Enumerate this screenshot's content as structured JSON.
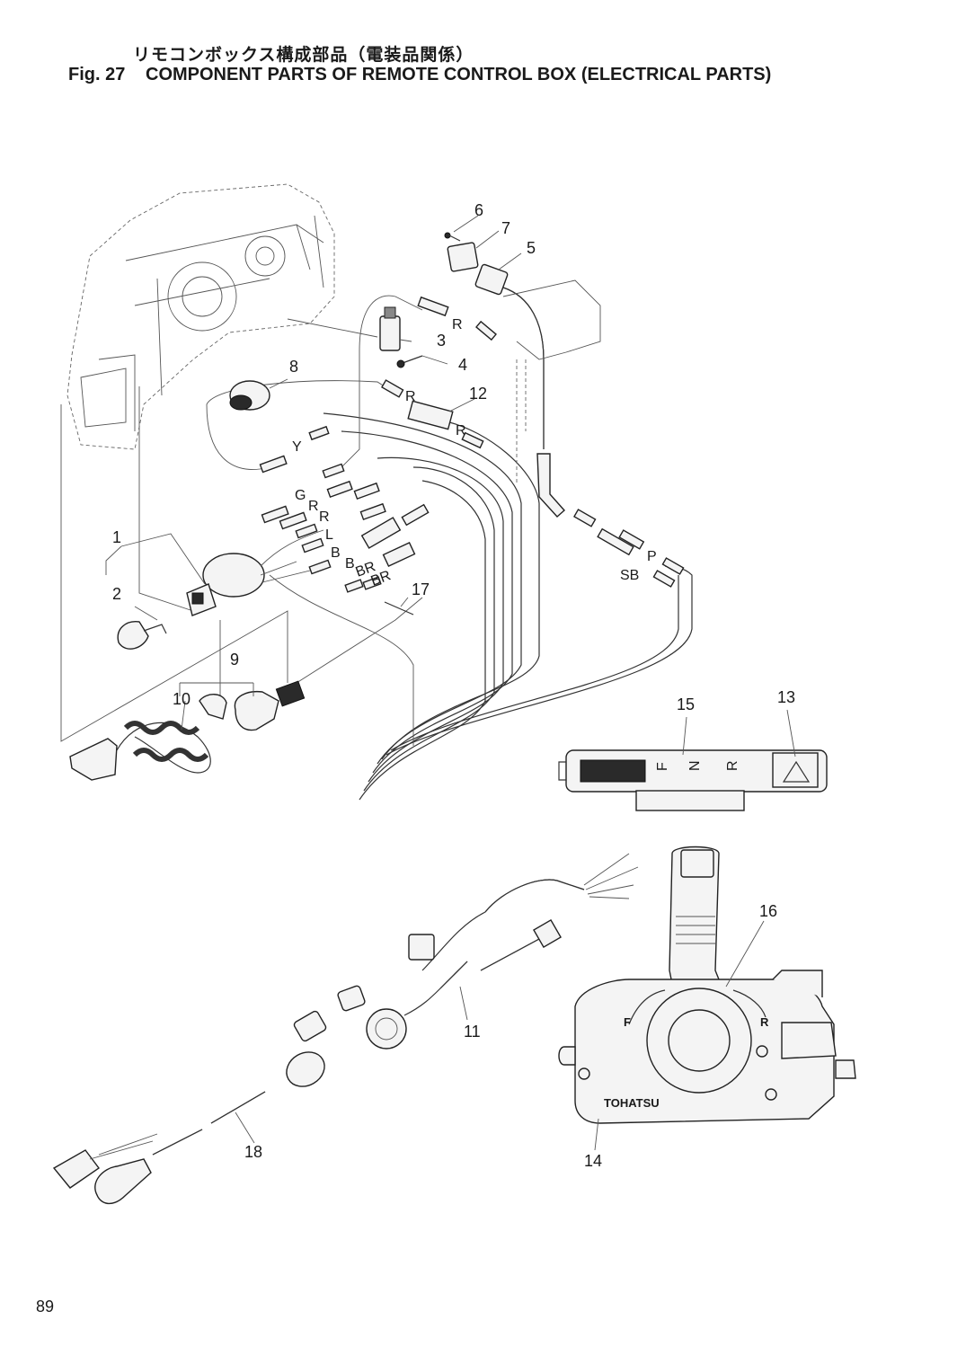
{
  "header": {
    "title_jp": "リモコンボックス構成部品（電装品関係）",
    "fig_no": "Fig. 27",
    "title_en": "COMPONENT PARTS OF REMOTE CONTROL BOX (ELECTRICAL PARTS)"
  },
  "callouts": [
    "1",
    "2",
    "3",
    "4",
    "5",
    "6",
    "7",
    "8",
    "9",
    "10",
    "11",
    "12",
    "13",
    "14",
    "15",
    "16",
    "17",
    "18"
  ],
  "wire_colors": [
    "R",
    "R",
    "R",
    "Y",
    "G",
    "R",
    "R",
    "L",
    "B",
    "B",
    "BR",
    "BR",
    "P",
    "SB"
  ],
  "shift_labels": {
    "forward": "F",
    "neutral": "N",
    "reverse": "R"
  },
  "brand": "TOHATSU",
  "page_number": "89"
}
